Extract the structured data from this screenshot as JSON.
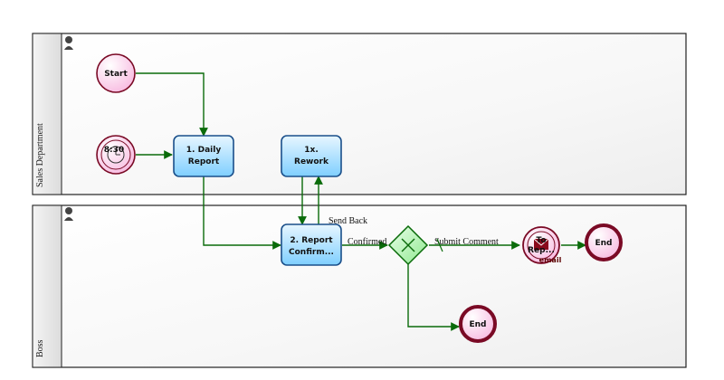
{
  "lanes": [
    {
      "title": "Sales Department",
      "icon": "person-icon"
    },
    {
      "title": "Boss",
      "icon": "person-icon"
    }
  ],
  "nodes": {
    "start": "Start",
    "timer": "8:30",
    "daily_report_line1": "1. Daily",
    "daily_report_line2": "Report",
    "rework_line1": "1x.",
    "rework_line2": "Rework",
    "report_confirm_line1": "2. Report",
    "report_confirm_line2": "Confirm...",
    "to_report_line1": "To",
    "to_report_line2": "Rep...",
    "to_report_email": "email",
    "end_top": "End",
    "end_bottom": "End"
  },
  "flows": {
    "send_back": "Send Back",
    "confirmed": "Confirmed",
    "submit_comment": "Submit Comment"
  },
  "colors": {
    "task_fill": "#bfe6ff",
    "task_stroke": "#1a4f8a",
    "event_stroke": "#7a0a25",
    "event_fill": "#ffe1f2",
    "flow": "#0a6b0a",
    "gateway_fill": "#b7f5b7"
  }
}
